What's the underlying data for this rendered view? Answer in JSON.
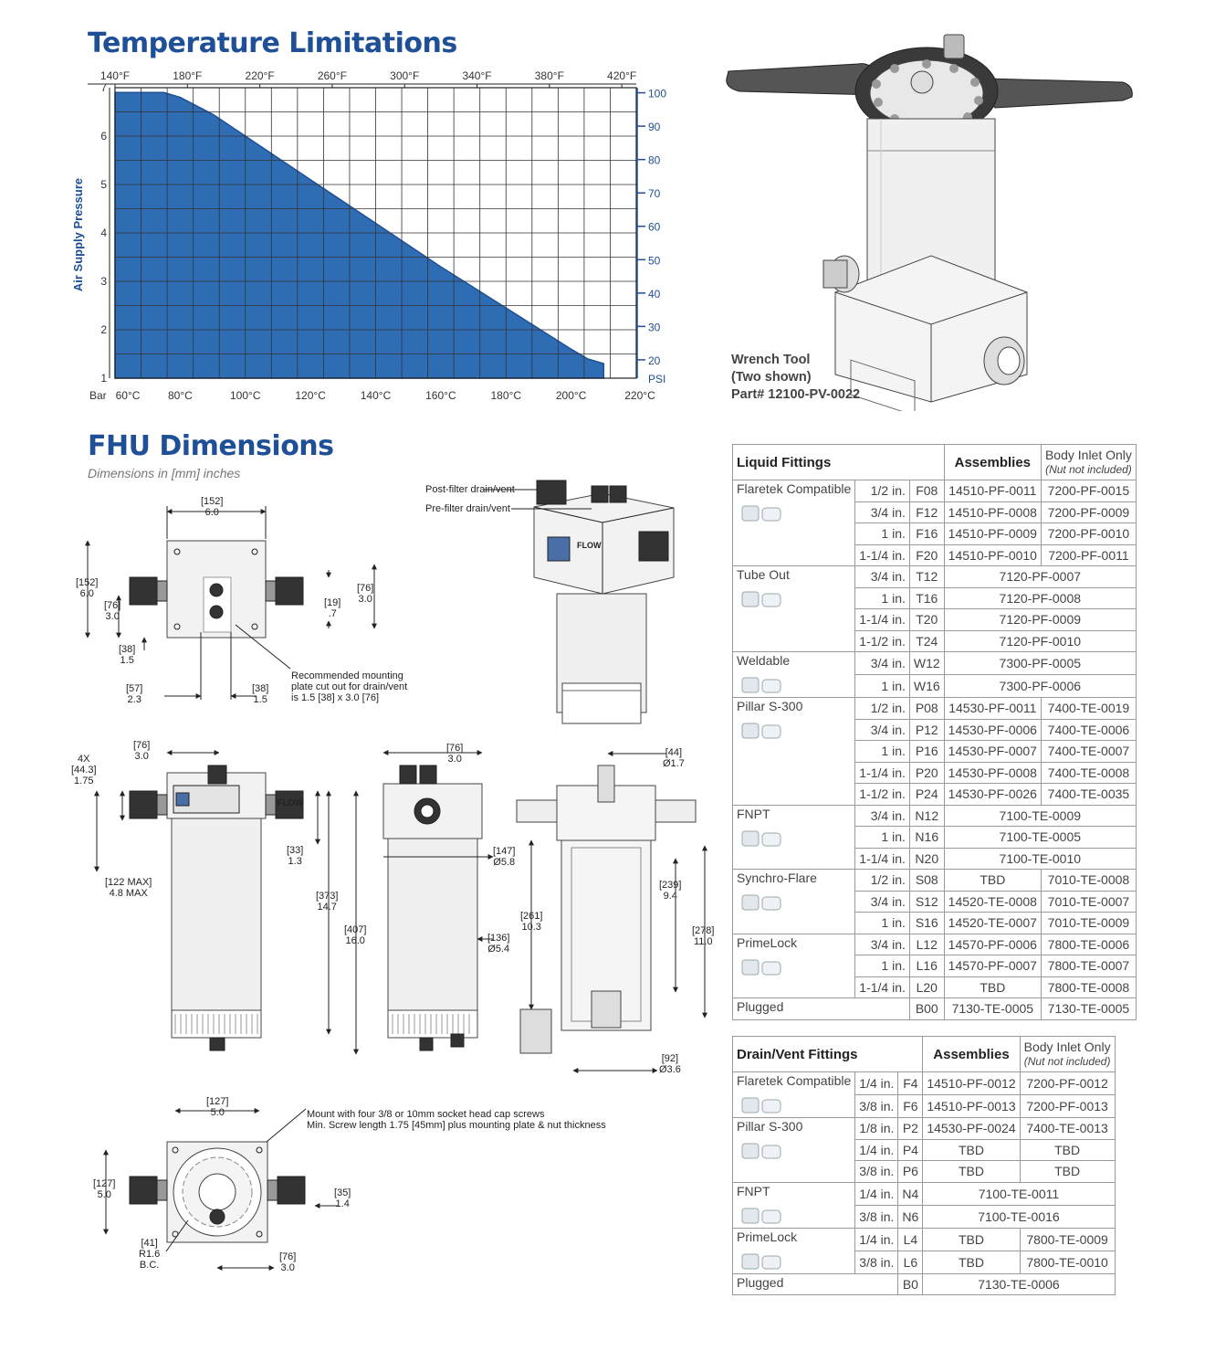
{
  "headings": {
    "temp": "Temperature Limitations",
    "dims": "FHU Dimensions",
    "dims_sub": "Dimensions in [mm] inches"
  },
  "wrench_caption": [
    "Wrench Tool",
    "(Two shown)",
    "Part# 12100-PV-0022"
  ],
  "chart_data": {
    "type": "area",
    "ylabel": "Air Supply Pressure",
    "y_left_unit": "Bar",
    "y_right_unit": "PSI",
    "x_bottom_ticks": [
      "60°C",
      "80°C",
      "100°C",
      "120°C",
      "140°C",
      "160°C",
      "180°C",
      "200°C",
      "220°C"
    ],
    "x_top_ticks": [
      "140°F",
      "180°F",
      "220°F",
      "260°F",
      "300°F",
      "340°F",
      "380°F",
      "420°F"
    ],
    "y_left_ticks": [
      "1",
      "2",
      "3",
      "4",
      "5",
      "6",
      "7"
    ],
    "y_right_ticks": [
      "20",
      "30",
      "40",
      "50",
      "60",
      "70",
      "80",
      "90",
      "100"
    ],
    "x_range_c": [
      60,
      220
    ],
    "y_range_bar": [
      1,
      7
    ],
    "grid": true,
    "fill_color": "#2e6db4",
    "series": [
      {
        "x": [
          60,
          70,
          75,
          80,
          90,
          100,
          120,
          140,
          160,
          180,
          200,
          205,
          210,
          210
        ],
        "y": [
          6.9,
          6.9,
          6.9,
          6.8,
          6.45,
          6.0,
          5.1,
          4.2,
          3.3,
          2.45,
          1.6,
          1.4,
          1.3,
          1.0
        ]
      }
    ]
  },
  "diagram_labels": {
    "post_filter": "Post-filter drain/vent",
    "pre_filter": "Pre-filter drain/vent",
    "flow": "FLOW",
    "mounting_note": [
      "Recommended mounting",
      "plate cut out for drain/vent",
      "is 1.5 [38] x 3.0 [76]"
    ],
    "screw_note": [
      "Mount with four 3/8 or 10mm socket head cap screws",
      "Min. Screw length 1.75 [45mm] plus mounting plate & nut thickness"
    ],
    "d152w": [
      "[152]",
      "6.0"
    ],
    "d152h": [
      "[152]",
      "6.0"
    ],
    "d76a": [
      "[76]",
      "3.0"
    ],
    "d38a": [
      "[38]",
      "1.5"
    ],
    "d57": [
      "[57]",
      "2.3"
    ],
    "d38b": [
      "[38]",
      "1.5"
    ],
    "d19": [
      "[19]",
      ".7"
    ],
    "d76b": [
      "[76]",
      "3.0"
    ],
    "d443": [
      "4X",
      "[44.3]",
      "1.75"
    ],
    "d76c": [
      "[76]",
      "3.0"
    ],
    "d122": [
      "[122 MAX]",
      "4.8 MAX"
    ],
    "d33": [
      "[33]",
      "1.3"
    ],
    "d373": [
      "[373]",
      "14.7"
    ],
    "d407": [
      "[407]",
      "16.0"
    ],
    "d76d": [
      "[76]",
      "3.0"
    ],
    "d147": [
      "[147]",
      "Ø5.8"
    ],
    "d136": [
      "[136]",
      "Ø5.4"
    ],
    "d44": [
      "[44]",
      "Ø1.7"
    ],
    "d239": [
      "[239]",
      "9.4"
    ],
    "d261": [
      "[261]",
      "10.3"
    ],
    "d278": [
      "[278]",
      "11.0"
    ],
    "d92": [
      "[92]",
      "Ø3.6"
    ],
    "d127w": [
      "[127]",
      "5.0"
    ],
    "d127h": [
      "[127]",
      "5.0"
    ],
    "d35": [
      "[35]",
      "1.4"
    ],
    "d41": [
      "[41]",
      "R1.6",
      "B.C."
    ],
    "d76e": [
      "[76]",
      "3.0"
    ]
  },
  "liquid_table": {
    "headers": [
      "Liquid Fittings",
      "Assemblies",
      "Body Inlet Only",
      "(Nut not included)"
    ],
    "groups": [
      {
        "name": "Flaretek Compatible",
        "rows": [
          [
            "1/2 in.",
            "F08",
            "14510-PF-0011",
            "7200-PF-0015"
          ],
          [
            "3/4 in.",
            "F12",
            "14510-PF-0008",
            "7200-PF-0009"
          ],
          [
            "1 in.",
            "F16",
            "14510-PF-0009",
            "7200-PF-0010"
          ],
          [
            "1-1/4 in.",
            "F20",
            "14510-PF-0010",
            "7200-PF-0011"
          ]
        ]
      },
      {
        "name": "Tube Out",
        "rows": [
          [
            "3/4 in.",
            "T12",
            "7120-PF-0007"
          ],
          [
            "1 in.",
            "T16",
            "7120-PF-0008"
          ],
          [
            "1-1/4 in.",
            "T20",
            "7120-PF-0009"
          ],
          [
            "1-1/2 in.",
            "T24",
            "7120-PF-0010"
          ]
        ]
      },
      {
        "name": "Weldable",
        "rows": [
          [
            "3/4 in.",
            "W12",
            "7300-PF-0005"
          ],
          [
            "1 in.",
            "W16",
            "7300-PF-0006"
          ]
        ]
      },
      {
        "name": "Pillar S-300",
        "rows": [
          [
            "1/2 in.",
            "P08",
            "14530-PF-0011",
            "7400-TE-0019"
          ],
          [
            "3/4 in.",
            "P12",
            "14530-PF-0006",
            "7400-TE-0006"
          ],
          [
            "1 in.",
            "P16",
            "14530-PF-0007",
            "7400-TE-0007"
          ],
          [
            "1-1/4 in.",
            "P20",
            "14530-PF-0008",
            "7400-TE-0008"
          ],
          [
            "1-1/2 in.",
            "P24",
            "14530-PF-0026",
            "7400-TE-0035"
          ]
        ]
      },
      {
        "name": "FNPT",
        "rows": [
          [
            "3/4 in.",
            "N12",
            "7100-TE-0009"
          ],
          [
            "1 in.",
            "N16",
            "7100-TE-0005"
          ],
          [
            "1-1/4 in.",
            "N20",
            "7100-TE-0010"
          ]
        ]
      },
      {
        "name": "Synchro-Flare",
        "rows": [
          [
            "1/2 in.",
            "S08",
            "TBD",
            "7010-TE-0008"
          ],
          [
            "3/4 in.",
            "S12",
            "14520-TE-0008",
            "7010-TE-0007"
          ],
          [
            "1 in.",
            "S16",
            "14520-TE-0007",
            "7010-TE-0009"
          ]
        ]
      },
      {
        "name": "PrimeLock",
        "rows": [
          [
            "3/4 in.",
            "L12",
            "14570-PF-0006",
            "7800-TE-0006"
          ],
          [
            "1 in.",
            "L16",
            "14570-PF-0007",
            "7800-TE-0007"
          ],
          [
            "1-1/4 in.",
            "L20",
            "TBD",
            "7800-TE-0008"
          ]
        ]
      },
      {
        "name": "Plugged",
        "rows": [
          [
            "",
            "B00",
            "7130-TE-0005",
            "7130-TE-0005"
          ]
        ]
      }
    ]
  },
  "drain_table": {
    "headers": [
      "Drain/Vent Fittings",
      "Assemblies",
      "Body Inlet Only",
      "(Nut not included)"
    ],
    "groups": [
      {
        "name": "Flaretek Compatible",
        "rows": [
          [
            "1/4 in.",
            "F4",
            "14510-PF-0012",
            "7200-PF-0012"
          ],
          [
            "3/8 in.",
            "F6",
            "14510-PF-0013",
            "7200-PF-0013"
          ]
        ]
      },
      {
        "name": "Pillar S-300",
        "rows": [
          [
            "1/8 in.",
            "P2",
            "14530-PF-0024",
            "7400-TE-0013"
          ],
          [
            "1/4 in.",
            "P4",
            "TBD",
            "TBD"
          ],
          [
            "3/8 in.",
            "P6",
            "TBD",
            "TBD"
          ]
        ]
      },
      {
        "name": "FNPT",
        "rows": [
          [
            "1/4 in.",
            "N4",
            "7100-TE-0011"
          ],
          [
            "3/8 in.",
            "N6",
            "7100-TE-0016"
          ]
        ]
      },
      {
        "name": "PrimeLock",
        "rows": [
          [
            "1/4 in.",
            "L4",
            "TBD",
            "7800-TE-0009"
          ],
          [
            "3/8 in.",
            "L6",
            "TBD",
            "7800-TE-0010"
          ]
        ]
      },
      {
        "name": "Plugged",
        "rows": [
          [
            "",
            "B0",
            "7130-TE-0006"
          ]
        ]
      }
    ]
  }
}
